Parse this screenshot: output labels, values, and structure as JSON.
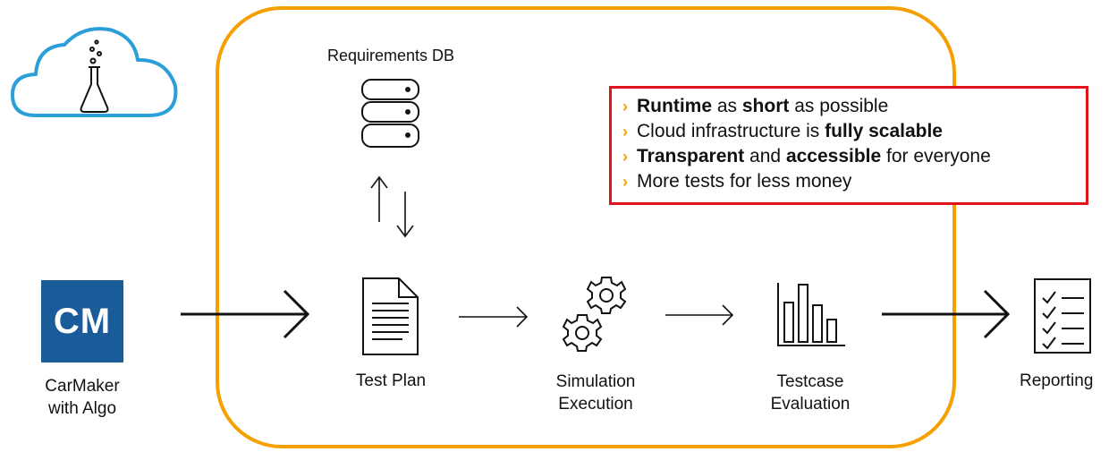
{
  "requirements_db": "Requirements DB",
  "carmaker": {
    "logo_text": "CM",
    "label_line1": "CarMaker",
    "label_line2": "with Algo"
  },
  "steps": {
    "test_plan": "Test Plan",
    "simulation_line1": "Simulation",
    "simulation_line2": "Execution",
    "testcase_line1": "Testcase",
    "testcase_line2": "Evaluation",
    "reporting": "Reporting"
  },
  "benefits": [
    {
      "parts": [
        {
          "t": "Runtime",
          "b": true
        },
        {
          "t": " as ",
          "b": false
        },
        {
          "t": "short",
          "b": true
        },
        {
          "t": " as possible",
          "b": false
        }
      ]
    },
    {
      "parts": [
        {
          "t": "Cloud infrastructure is ",
          "b": false
        },
        {
          "t": "fully scalable",
          "b": true
        }
      ]
    },
    {
      "parts": [
        {
          "t": "Transparent",
          "b": true
        },
        {
          "t": " and ",
          "b": false
        },
        {
          "t": "accessible",
          "b": true
        },
        {
          "t": " for everyone",
          "b": false
        }
      ]
    },
    {
      "parts": [
        {
          "t": "More tests for less money",
          "b": false
        }
      ]
    }
  ],
  "colors": {
    "frame": "#f5a000",
    "highlight_box": "#e1141e",
    "cloud": "#2a9fd8",
    "logo": "#1a5c9a",
    "bullet": "#f5a000"
  }
}
